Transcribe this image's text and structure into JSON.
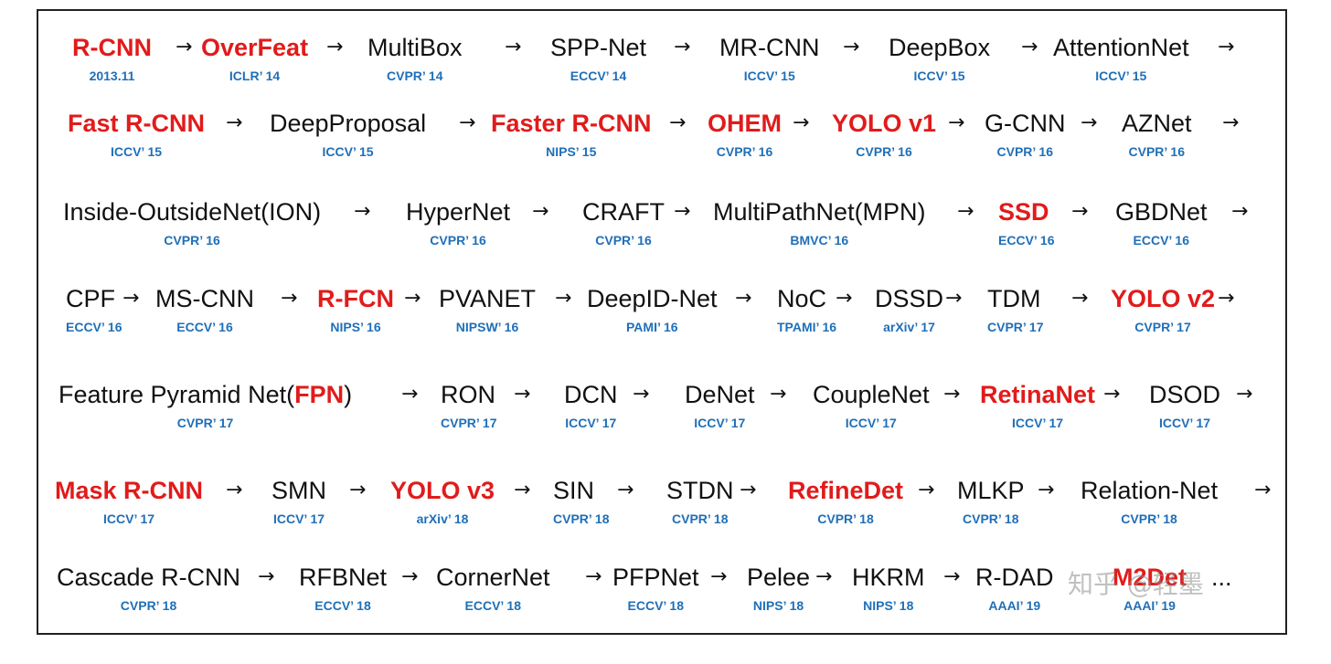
{
  "rows": [
    {
      "nodes": [
        {
          "name": "R-CNN",
          "venue": "2013.11",
          "hl": true
        },
        {
          "name": "OverFeat",
          "venue": "ICLR’ 14",
          "hl": true
        },
        {
          "name": "MultiBox",
          "venue": "CVPR’ 14"
        },
        {
          "name": "SPP-Net",
          "venue": "ECCV’ 14"
        },
        {
          "name": "MR-CNN",
          "venue": "ICCV’ 15"
        },
        {
          "name": "DeepBox",
          "venue": "ICCV’ 15"
        },
        {
          "name": "AttentionNet",
          "venue": "ICCV’ 15"
        }
      ]
    },
    {
      "nodes": [
        {
          "name": "Fast R-CNN",
          "venue": "ICCV’ 15",
          "hl": true
        },
        {
          "name": "DeepProposal",
          "venue": "ICCV’ 15"
        },
        {
          "name": "Faster R-CNN",
          "venue": "NIPS’ 15",
          "hl": true
        },
        {
          "name": "OHEM",
          "venue": "CVPR’ 16",
          "hl": true
        },
        {
          "name": "YOLO v1",
          "venue": "CVPR’ 16",
          "hl": true
        },
        {
          "name": "G-CNN",
          "venue": "CVPR’ 16"
        },
        {
          "name": "AZNet",
          "venue": "CVPR’ 16"
        }
      ]
    },
    {
      "nodes": [
        {
          "name": "Inside-OutsideNet(ION)",
          "venue": "CVPR’ 16"
        },
        {
          "name": "HyperNet",
          "venue": "CVPR’ 16"
        },
        {
          "name": "CRAFT",
          "venue": "CVPR’ 16"
        },
        {
          "name": "MultiPathNet(MPN)",
          "venue": "BMVC’ 16"
        },
        {
          "name": "SSD",
          "venue": "ECCV’ 16",
          "hl": true
        },
        {
          "name": "GBDNet",
          "venue": "ECCV’ 16"
        }
      ]
    },
    {
      "nodes": [
        {
          "name": "CPF",
          "venue": "ECCV’ 16"
        },
        {
          "name": "MS-CNN",
          "venue": "ECCV’ 16"
        },
        {
          "name": "R-FCN",
          "venue": "NIPS’ 16",
          "hl": true
        },
        {
          "name": "PVANET",
          "venue": "NIPSW’ 16"
        },
        {
          "name": "DeepID-Net",
          "venue": "PAMI’ 16"
        },
        {
          "name": "NoC",
          "venue": "TPAMI’ 16"
        },
        {
          "name": "DSSD",
          "venue": "arXiv’ 17"
        },
        {
          "name": "TDM",
          "venue": "CVPR’ 17"
        },
        {
          "name": "YOLO v2",
          "venue": "CVPR’ 17",
          "hl": true
        }
      ]
    },
    {
      "nodes": [
        {
          "name_pre": "Feature Pyramid Net(",
          "name_hl": "FPN",
          "name_post": ")",
          "venue": "CVPR’ 17"
        },
        {
          "name": "RON",
          "venue": "CVPR’ 17"
        },
        {
          "name": "DCN",
          "venue": "ICCV’ 17"
        },
        {
          "name": "DeNet",
          "venue": "ICCV’ 17"
        },
        {
          "name": "CoupleNet",
          "venue": "ICCV’ 17"
        },
        {
          "name": "RetinaNet",
          "venue": "ICCV’ 17",
          "hl": true
        },
        {
          "name": "DSOD",
          "venue": "ICCV’ 17"
        }
      ]
    },
    {
      "nodes": [
        {
          "name": "Mask R-CNN",
          "venue": "ICCV’ 17",
          "hl": true
        },
        {
          "name": "SMN",
          "venue": "ICCV’ 17"
        },
        {
          "name": "YOLO v3",
          "venue": "arXiv’ 18",
          "hl": true
        },
        {
          "name": "SIN",
          "venue": "CVPR’ 18"
        },
        {
          "name": "STDN",
          "venue": "CVPR’ 18"
        },
        {
          "name": "RefineDet",
          "venue": "CVPR’ 18",
          "hl": true
        },
        {
          "name": "MLKP",
          "venue": "CVPR’ 18"
        },
        {
          "name": "Relation-Net",
          "venue": "CVPR’ 18"
        }
      ]
    },
    {
      "nodes": [
        {
          "name": "Cascade R-CNN",
          "venue": "CVPR’ 18"
        },
        {
          "name": "RFBNet",
          "venue": "ECCV’ 18"
        },
        {
          "name": "CornerNet",
          "venue": "ECCV’ 18"
        },
        {
          "name": "PFPNet",
          "venue": "ECCV’ 18"
        },
        {
          "name": "Pelee",
          "venue": "NIPS’ 18"
        },
        {
          "name": "HKRM",
          "venue": "NIPS’ 18"
        },
        {
          "name": "R-DAD",
          "venue": "AAAI’ 19"
        },
        {
          "name": "M2Det",
          "venue": "AAAI’ 19",
          "hl": true
        },
        {
          "name": "...",
          "venue": ""
        }
      ]
    }
  ],
  "arrow_glyph": "→",
  "watermark": "知乎 @轻墨",
  "colors": {
    "highlight": "#e11b1b",
    "venue": "#1f6fb8",
    "text": "#111111"
  }
}
